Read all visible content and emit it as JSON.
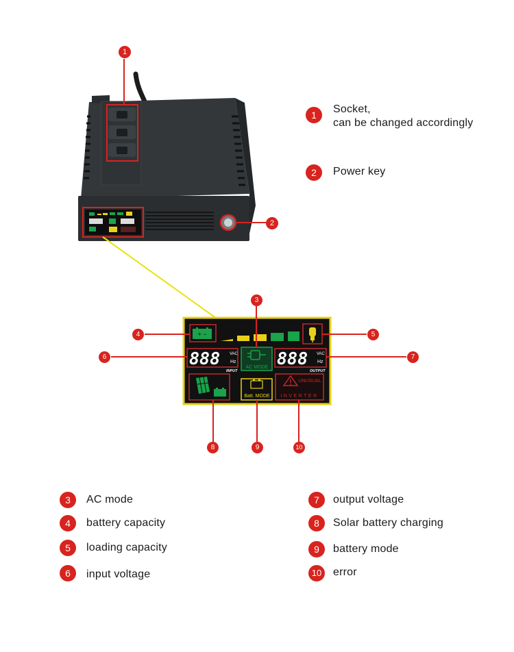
{
  "colors": {
    "marker": "#d8231e",
    "device_body": "#2e3134",
    "lcd_background": "#111111",
    "lcd_border": "#e9d11a",
    "lcd_segments": "#ffffff",
    "lcd_green": "#1aa34a",
    "lcd_red": "#c6282c",
    "lcd_yellow": "#e9d11a",
    "leader_line": "#e9e20f"
  },
  "icons": [
    "socket-icon",
    "power-key-icon",
    "battery-icon",
    "bulb-icon",
    "plug-icon",
    "solar-panel-icon",
    "warning-icon"
  ],
  "legend": [
    {
      "num": "1",
      "lines": [
        "Socket,",
        "can be changed accordingly"
      ]
    },
    {
      "num": "2",
      "lines": [
        "Power key"
      ]
    },
    {
      "num": "3",
      "lines": [
        "AC mode"
      ]
    },
    {
      "num": "4",
      "lines": [
        "battery capacity"
      ]
    },
    {
      "num": "5",
      "lines": [
        "loading capacity"
      ]
    },
    {
      "num": "6",
      "lines": [
        "input voltage"
      ]
    },
    {
      "num": "7",
      "lines": [
        "output voltage"
      ]
    },
    {
      "num": "8",
      "lines": [
        "Solar battery charging"
      ]
    },
    {
      "num": "9",
      "lines": [
        "battery mode"
      ]
    },
    {
      "num": "10",
      "lines": [
        "error"
      ]
    }
  ],
  "lcd": {
    "input_digits": "888",
    "output_digits": "888",
    "unit_vac": "VAC",
    "unit_hz": "Hz",
    "input_caption": "INPUT",
    "output_caption": "OUTPUT",
    "ac_mode_label": "AC MODE",
    "batt_mode_label": "Batt. MODE",
    "unusual_label": "UNUSUAL",
    "inverter_label": "INVERTER",
    "battery_plus_minus": "+ −"
  }
}
